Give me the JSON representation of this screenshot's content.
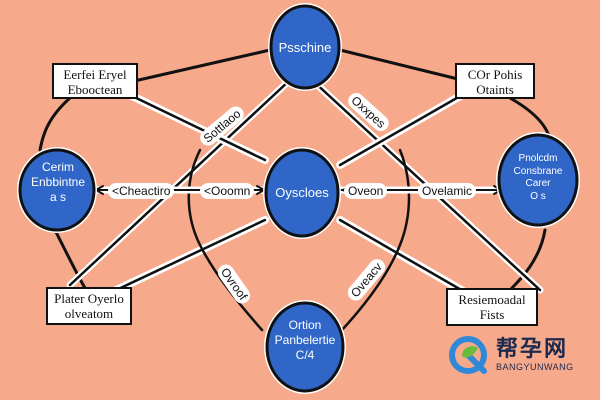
{
  "nodes": {
    "top": {
      "lines": [
        "Psschine"
      ]
    },
    "center": {
      "lines": [
        "Oyscloes"
      ]
    },
    "left": {
      "lines": [
        "Cerim",
        "Enbbintne",
        "a s"
      ]
    },
    "right": {
      "lines": [
        "Pnolcdm",
        "Consbrane",
        "Carer",
        "O s"
      ]
    },
    "bottom": {
      "lines": [
        "Ortion",
        "Panbelertie",
        "C/4"
      ]
    }
  },
  "boxes": {
    "top_left": {
      "lines": [
        "Eerfei Eryel",
        "Ebooctean"
      ]
    },
    "top_right": {
      "lines": [
        "COr Pohis",
        "Otaints"
      ]
    },
    "bottom_left": {
      "lines": [
        "Plater Oyerlo",
        "olveatom"
      ]
    },
    "bottom_right": {
      "lines": [
        "Resiemoadal",
        "Fists"
      ]
    }
  },
  "connector_labels": {
    "left_mid": "<Cheactiro",
    "center_left": "<Ooomn",
    "center_right": "Oveon",
    "right_mid": "Ovelamic",
    "upper_left_diag": "Sottlaoo",
    "upper_right_diag": "Oxxpes",
    "lower_left_diag": "Ovroof",
    "lower_right_diag": "Oveacv"
  },
  "watermark": {
    "chinese": "帮孕网",
    "english": "BANGYUNWANG",
    "logo_icon": "q-leaf-logo-icon"
  },
  "colors": {
    "background": "#f7a98b",
    "node_fill": "#2f66c8",
    "node_border": "#111111"
  }
}
